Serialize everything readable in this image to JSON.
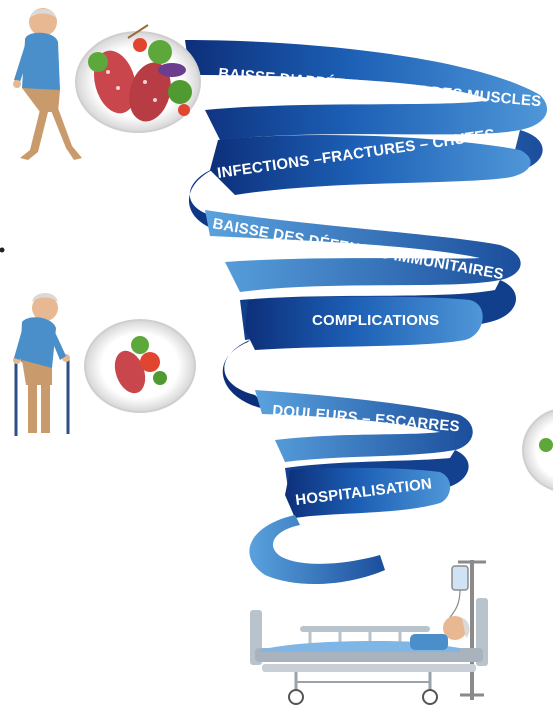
{
  "spiral": {
    "labels": [
      "BAISSE D'APPÉTIT – PERTE DES MUSCLES",
      "INFECTIONS –FRACTURES – CHUTES",
      "BAISSE DES DÉFENSES IMMUNITAIRES",
      "COMPLICATIONS",
      "DOULEURS – ESCARRES",
      "HOSPITALISATION"
    ]
  },
  "colors": {
    "ribbon_dark": "#0d2f7a",
    "ribbon_mid": "#1c5fb5",
    "ribbon_light": "#4f97d8",
    "skin": "#e8b893",
    "shirt": "#4a8fc9",
    "pants": "#c99a6b",
    "hair": "#d9d9d9",
    "plate": "#f2f2f2",
    "meat": "#c8464c",
    "bed": "#b9c3cc",
    "blanket": "#7fb6e6"
  },
  "icons": [
    "walking-senior-icon",
    "senior-with-canes-icon",
    "full-plate-icon",
    "small-plate-icon",
    "partial-plate-icon",
    "hospital-bed-icon",
    "iv-drip-icon"
  ]
}
